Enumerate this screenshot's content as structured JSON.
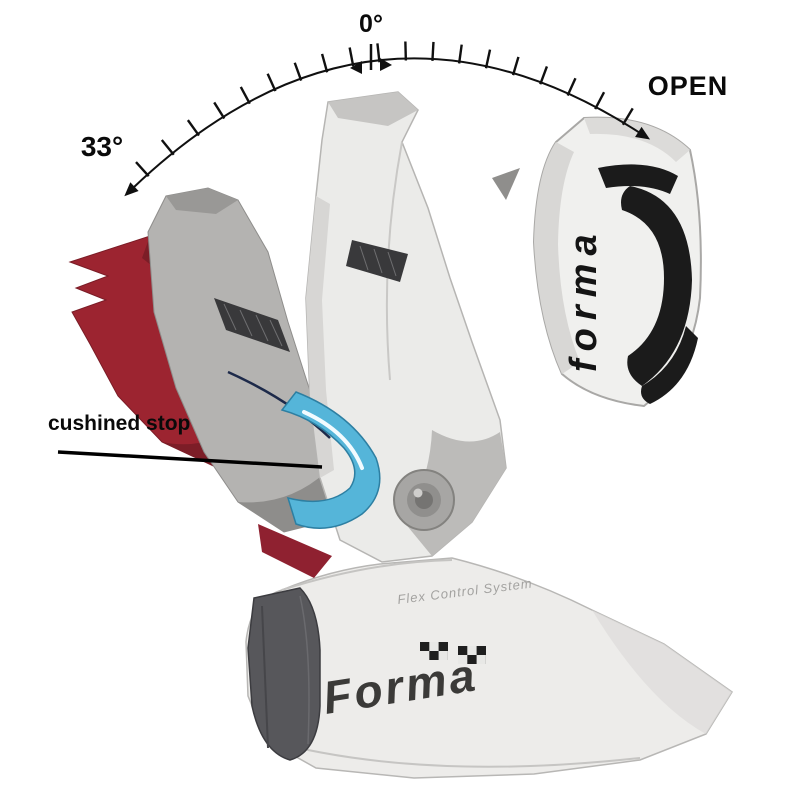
{
  "annotations": {
    "angle_zero": "0°",
    "angle_max": "33°",
    "open": "OPEN",
    "cushioned_stop": "cushined stop"
  },
  "brand": {
    "boot_logo": "Forma",
    "panel_logo": "forma",
    "system_text": "Flex Control System"
  },
  "colors": {
    "red_shell": "#9c2430",
    "red_shadow": "#7c1d27",
    "gray_shell": "#b4b3b1",
    "white_shell": "#ebebe9",
    "lower_boot": "#edecea",
    "blue_cushion": "#55b5d9",
    "heel_guard": "#57575b",
    "panel_white": "#f0f0ee",
    "design_black": "#1b1b1b",
    "ink": "#101010"
  }
}
